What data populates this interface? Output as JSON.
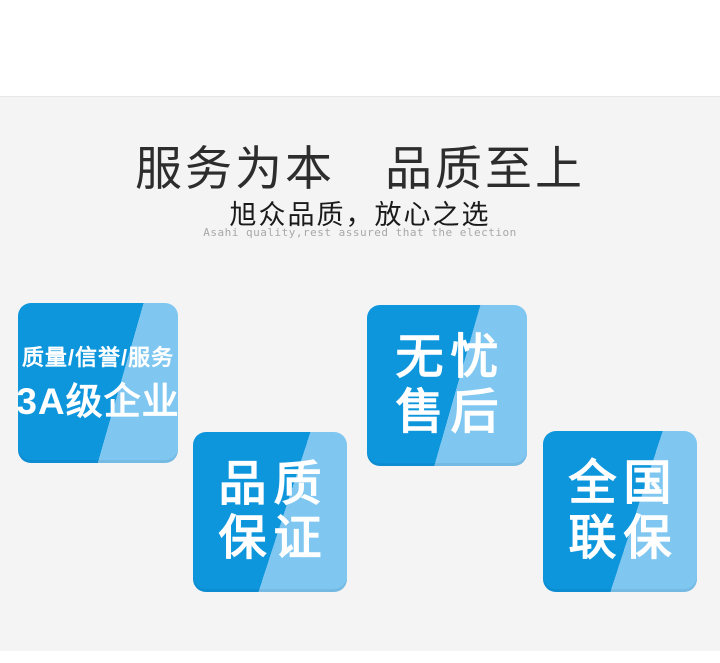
{
  "page": {
    "background_color": "#ffffff",
    "section_background_color": "#f4f4f5",
    "divider_color": "#e7e7e7"
  },
  "header": {
    "title": "服务为本　品质至上",
    "subtitle": "旭众品质，放心之选",
    "subtitle_en": "Asahi quality,rest assured that the election",
    "title_color": "#2d2d2d",
    "subtitle_color": "#1a1a1a",
    "subtitle_en_color": "#a8a8a8"
  },
  "badges": {
    "accent_blue": "#0e96dd",
    "accent_light_blue": "#7fc7f0",
    "text_color": "#ffffff",
    "items": [
      {
        "id": "3a-enterprise",
        "lines": [
          "质量/信誉/服务",
          "3A级企业"
        ]
      },
      {
        "id": "quality-guarantee",
        "lines": [
          "品质",
          "保证"
        ]
      },
      {
        "id": "worry-free-aftersales",
        "lines": [
          "无忧",
          "售后"
        ]
      },
      {
        "id": "national-warranty",
        "lines": [
          "全国",
          "联保"
        ]
      }
    ]
  }
}
